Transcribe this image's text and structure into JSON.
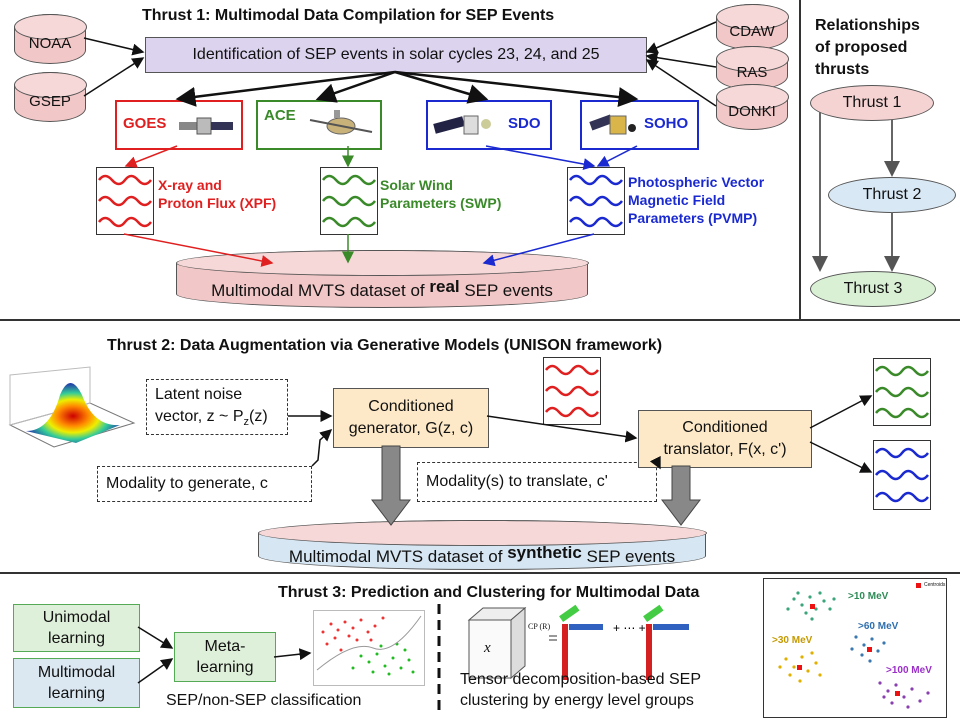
{
  "thrust1": {
    "title": "Thrust 1: Multimodal Data Compilation for SEP Events",
    "identification": "Identification of SEP events in solar cycles 23, 24, and 25",
    "sources_left": [
      "NOAA",
      "GSEP"
    ],
    "sources_right": [
      "CDAW",
      "RAS",
      "DONKI"
    ],
    "missions": [
      {
        "name": "GOES",
        "color": "#e02020"
      },
      {
        "name": "ACE",
        "color": "#3a8a2a"
      },
      {
        "name": "SDO",
        "color": "#1a2ad0"
      },
      {
        "name": "SOHO",
        "color": "#1a2ad0"
      }
    ],
    "params": {
      "xpf": {
        "line1": "X-ray and",
        "line2": "Proton Flux (XPF)"
      },
      "swp": {
        "line1": "Solar Wind",
        "line2": "Parameters (SWP)"
      },
      "pvmp": {
        "line1": "Photospheric Vector",
        "line2": "Magnetic Field",
        "line3": "Parameters (PVMP)"
      }
    },
    "dataset": {
      "pre": "Multimodal MVTS dataset of ",
      "bold": "real",
      "post": " SEP events"
    }
  },
  "relationships": {
    "title_l1": "Relationships",
    "title_l2": "of proposed",
    "title_l3": "thrusts",
    "t1": "Thrust 1",
    "t2": "Thrust 2",
    "t3": "Thrust 3"
  },
  "thrust2": {
    "title": "Thrust 2: Data Augmentation via Generative Models (UNISON framework)",
    "latent_l1": "Latent noise",
    "latent_l2": "vector, z ~ P",
    "latent_sub": "z",
    "latent_end": "(z)",
    "modality_gen": "Modality to generate, c",
    "gen_l1": "Conditioned",
    "gen_l2": "generator, G(z, c)",
    "modality_trans": "Modality(s) to translate, c'",
    "trans_l1": "Conditioned",
    "trans_l2": "translator, F(x, c')",
    "dataset": {
      "pre": "Multimodal MVTS dataset of ",
      "bold": "synthetic",
      "post": " SEP events"
    }
  },
  "thrust3": {
    "title": "Thrust 3: Prediction and Clustering for Multimodal Data",
    "unimodal": "Unimodal learning",
    "multimodal": "Multimodal learning",
    "meta": "Meta-learning",
    "classification": "SEP/non-SEP classification",
    "tensor_l1": "Tensor decomposition-based SEP",
    "tensor_l2": "clustering by energy level groups",
    "tensor_x": "x",
    "cp": "CP (R)",
    "cluster_labels": [
      ">10 MeV",
      ">30 MeV",
      ">60 MeV",
      ">100 MeV"
    ],
    "centroids": "Centroids"
  }
}
